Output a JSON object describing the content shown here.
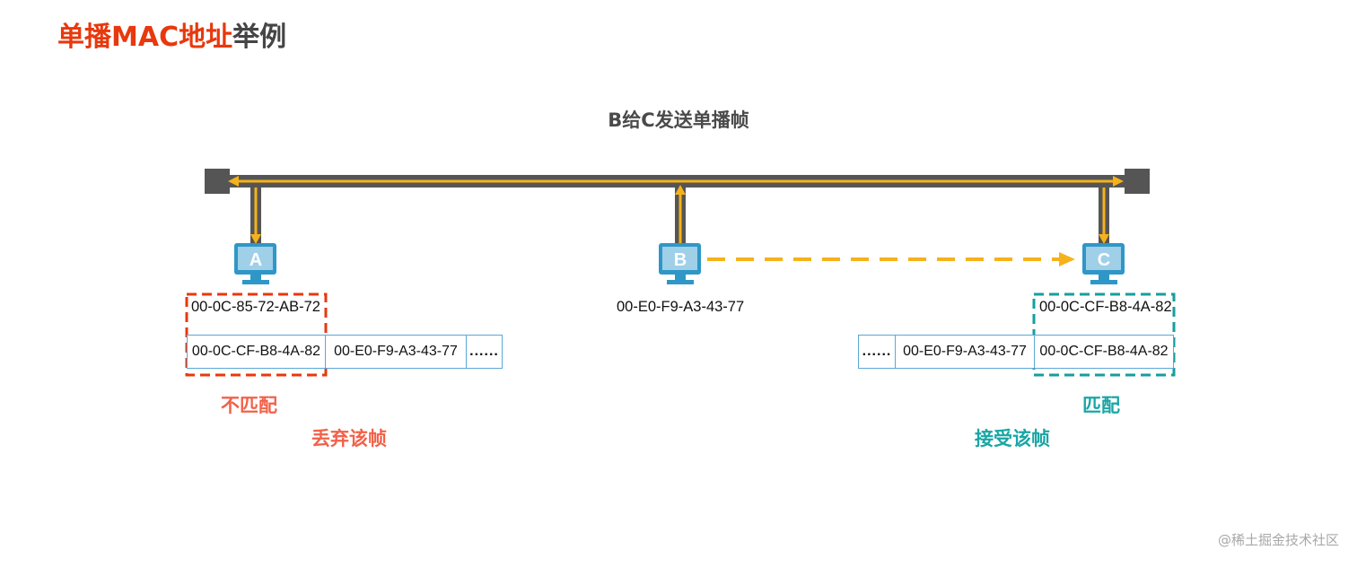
{
  "title": {
    "part1": "单播MAC地址",
    "part2": "举例"
  },
  "subtitle": "B给C发送单播帧",
  "hosts": {
    "a": {
      "letter": "A",
      "mac": "00-0C-85-72-AB-72"
    },
    "b": {
      "letter": "B",
      "mac": "00-E0-F9-A3-43-77"
    },
    "c": {
      "letter": "C",
      "mac": "00-0C-CF-B8-4A-82"
    }
  },
  "frame_at_a": {
    "dest": "00-0C-CF-B8-4A-82",
    "src": "00-E0-F9-A3-43-77",
    "more": "......"
  },
  "frame_at_c": {
    "more": "......",
    "src": "00-E0-F9-A3-43-77",
    "dest": "00-0C-CF-B8-4A-82"
  },
  "result_a": {
    "match": "不匹配",
    "action": "丢弃该帧"
  },
  "result_c": {
    "match": "匹配",
    "action": "接受该帧"
  },
  "watermark": "@稀土掘金技术社区",
  "colors": {
    "title_red": "#e8380d",
    "bus": "#555555",
    "arrow": "#f5b21b",
    "pc": "#2f97c7",
    "mismatch": "#e8380d",
    "match": "#169e9e",
    "cell_border": "#5aa8d8"
  }
}
